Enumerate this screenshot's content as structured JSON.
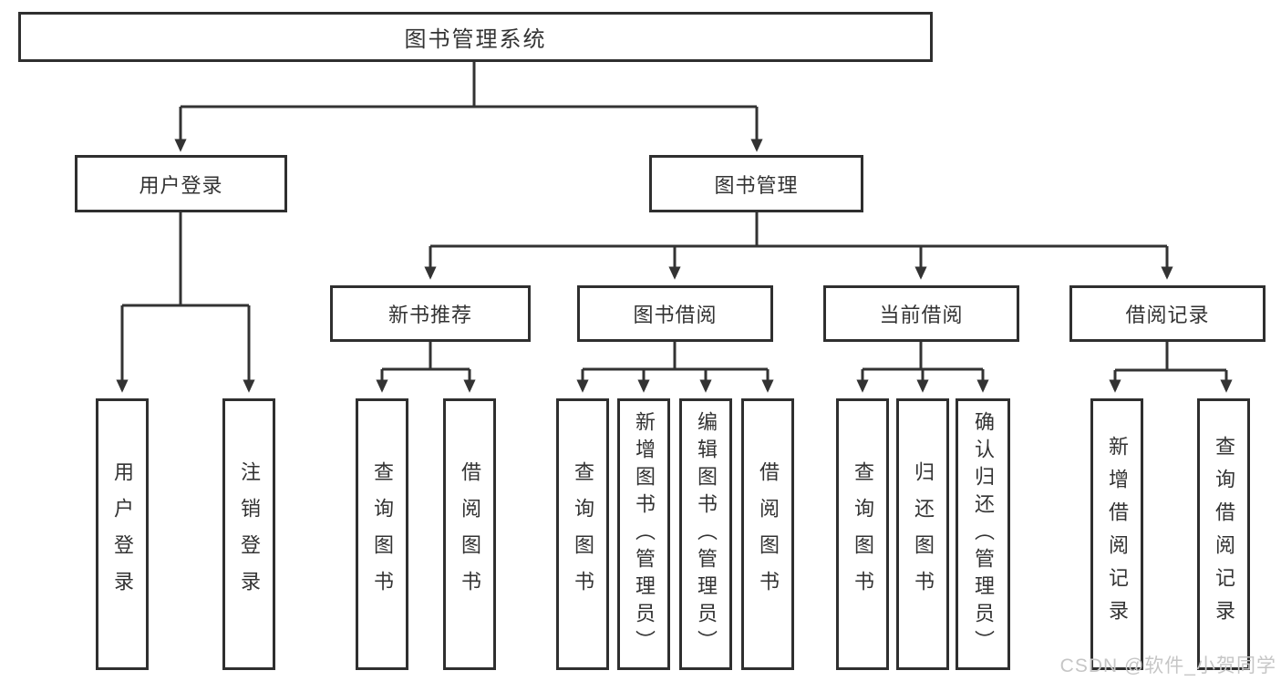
{
  "nodes": {
    "root": "图书管理系统",
    "level2": [
      "用户登录",
      "图书管理"
    ],
    "level3": [
      "新书推荐",
      "图书借阅",
      "当前借阅",
      "借阅记录"
    ],
    "leaves": {
      "user": [
        "用户登录",
        "注销登录"
      ],
      "recommend": [
        "查询图书",
        "借阅图书"
      ],
      "borrow": [
        "查询图书",
        "新增图书（管理员）",
        "编辑图书（管理员）",
        "借阅图书"
      ],
      "current": [
        "查询图书",
        "归还图书",
        "确认归还（管理员）"
      ],
      "records": [
        "新增借阅记录",
        "查询借阅记录"
      ]
    }
  },
  "watermark": "CSDN @软件_小贺同学",
  "colors": {
    "line": "#333333",
    "text": "#333333",
    "background": "#ffffff",
    "watermark": "#c6c6c6"
  }
}
